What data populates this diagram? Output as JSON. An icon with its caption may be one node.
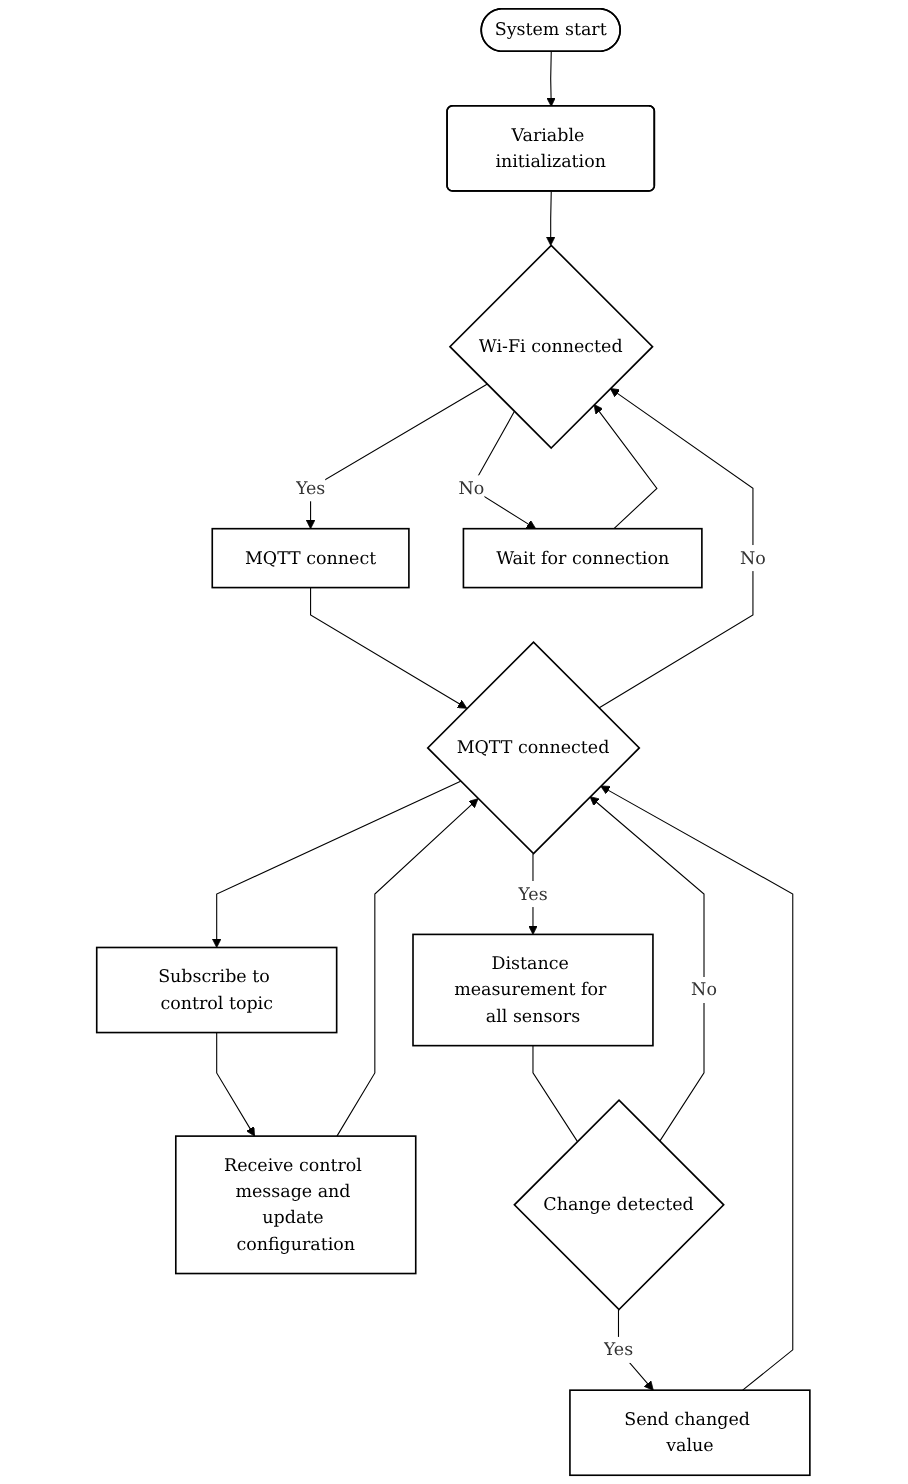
{
  "diagram": {
    "nodes": [
      {
        "text": [
          "System start"
        ]
      },
      {
        "text": [
          "Variable initialization"
        ]
      },
      {
        "text": [
          "Wi-Fi connected"
        ]
      },
      {
        "text": [
          "MQTT connect"
        ]
      },
      {
        "text": [
          "Wait for connection"
        ]
      },
      {
        "text": [
          "MQTT connected"
        ]
      },
      {
        "text": [
          "Subscribe to control topic"
        ]
      },
      {
        "text": [
          "Distance measurement for all sensors"
        ]
      },
      {
        "text": [
          "Receive control message and update configuration"
        ]
      },
      {
        "text": [
          "Change detected"
        ]
      },
      {
        "text": [
          "Send changed value"
        ]
      }
    ],
    "edges": [
      {
        "from": 0,
        "to": 1,
        "arrow": "to"
      },
      {
        "from": 1,
        "to": 2,
        "arrow": "to"
      },
      {
        "from": 2,
        "to": 3,
        "label": "Yes",
        "arrow": "to"
      },
      {
        "from": 2,
        "to": 4,
        "label": "No",
        "arrow": "to"
      },
      {
        "from": 4,
        "to": 2,
        "arrow": "to"
      },
      {
        "from": 3,
        "to": 5,
        "arrow": "to"
      },
      {
        "from": 5,
        "to": 2,
        "label": "No",
        "arrow": "to"
      },
      {
        "from": 5,
        "to": 7,
        "label": "Yes",
        "arrow": "to"
      },
      {
        "from": 5,
        "to": 6,
        "arrow": "to"
      },
      {
        "from": 6,
        "to": 8,
        "arrow": "to"
      },
      {
        "from": 7,
        "to": 9,
        "arrow": "none"
      },
      {
        "from": 9,
        "to": 5,
        "label": "No",
        "arrow": "to"
      },
      {
        "from": 9,
        "to": 10,
        "label": "Yes",
        "arrow": "to"
      },
      {
        "from": 10,
        "to": 5,
        "arrow": "to"
      },
      {
        "from": 8,
        "to": 5,
        "arrow": "to"
      }
    ]
  }
}
